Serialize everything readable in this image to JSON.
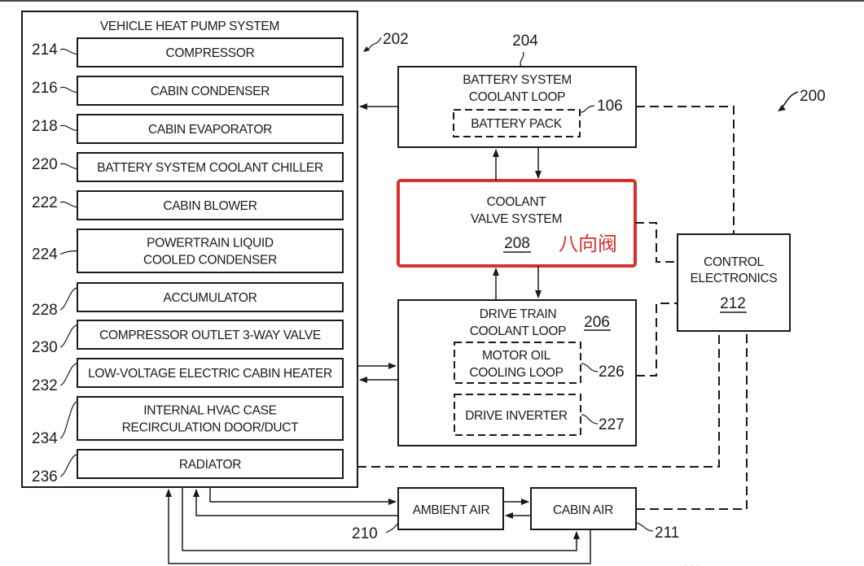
{
  "figure_ref": "200",
  "heat_pump": {
    "title": "VEHICLE HEAT PUMP SYSTEM",
    "ref": "202",
    "components": [
      {
        "ref": "214",
        "label": [
          "COMPRESSOR"
        ]
      },
      {
        "ref": "216",
        "label": [
          "CABIN CONDENSER"
        ]
      },
      {
        "ref": "218",
        "label": [
          "CABIN EVAPORATOR"
        ]
      },
      {
        "ref": "220",
        "label": [
          "BATTERY SYSTEM COOLANT CHILLER"
        ]
      },
      {
        "ref": "222",
        "label": [
          "CABIN BLOWER"
        ]
      },
      {
        "ref": "224",
        "label": [
          "POWERTRAIN LIQUID",
          "COOLED CONDENSER"
        ]
      },
      {
        "ref": "228",
        "label": [
          "ACCUMULATOR"
        ]
      },
      {
        "ref": "230",
        "label": [
          "COMPRESSOR OUTLET 3-WAY VALVE"
        ]
      },
      {
        "ref": "232",
        "label": [
          "LOW-VOLTAGE ELECTRIC CABIN HEATER"
        ]
      },
      {
        "ref": "234",
        "label": [
          "INTERNAL HVAC CASE",
          "RECIRCULATION DOOR/DUCT"
        ]
      },
      {
        "ref": "236",
        "label": [
          "RADIATOR"
        ]
      }
    ]
  },
  "battery_loop": {
    "ref": "204",
    "title": [
      "BATTERY SYSTEM",
      "COOLANT LOOP"
    ],
    "battery_pack": {
      "label": "BATTERY PACK",
      "ref": "106"
    }
  },
  "valve_system": {
    "title": [
      "COOLANT",
      "VALVE SYSTEM"
    ],
    "ref": "208",
    "annotation": "八向阀",
    "highlight_color": "#d9322e"
  },
  "drive_train_loop": {
    "title": [
      "DRIVE TRAIN",
      "COOLANT LOOP"
    ],
    "ref": "206",
    "motor_oil": {
      "label": [
        "MOTOR OIL",
        "COOLING LOOP"
      ],
      "ref": "226"
    },
    "drive_inverter": {
      "label": "DRIVE INVERTER",
      "ref": "227"
    }
  },
  "control": {
    "title": [
      "CONTROL",
      "ELECTRONICS"
    ],
    "ref": "212"
  },
  "ambient_air": {
    "label": "AMBIENT AIR",
    "ref": "210"
  },
  "cabin_air": {
    "label": "CABIN AIR",
    "ref": "211"
  },
  "watermark": "· · ·"
}
